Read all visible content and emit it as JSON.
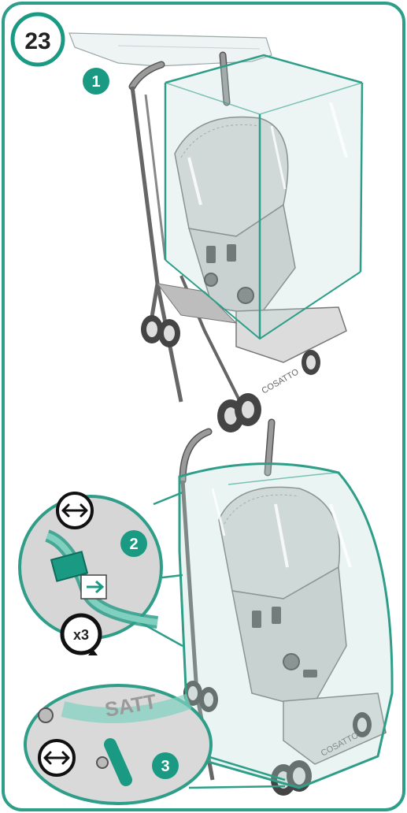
{
  "step": {
    "number": "23",
    "badge_color": "#1a9a82"
  },
  "colors": {
    "accent": "#1a9a82",
    "accent_light": "#7fd0bf",
    "frame": "#2e9e89"
  },
  "callouts": [
    {
      "label": "1"
    },
    {
      "label": "2"
    },
    {
      "label": "3"
    }
  ],
  "repeat_badge": {
    "text": "x3"
  },
  "brand_marks": {
    "wheel_text": "COSATTO",
    "detail_text": "SATT"
  },
  "icons": [
    "rotate-arrows-icon",
    "repeat-x3-icon"
  ]
}
